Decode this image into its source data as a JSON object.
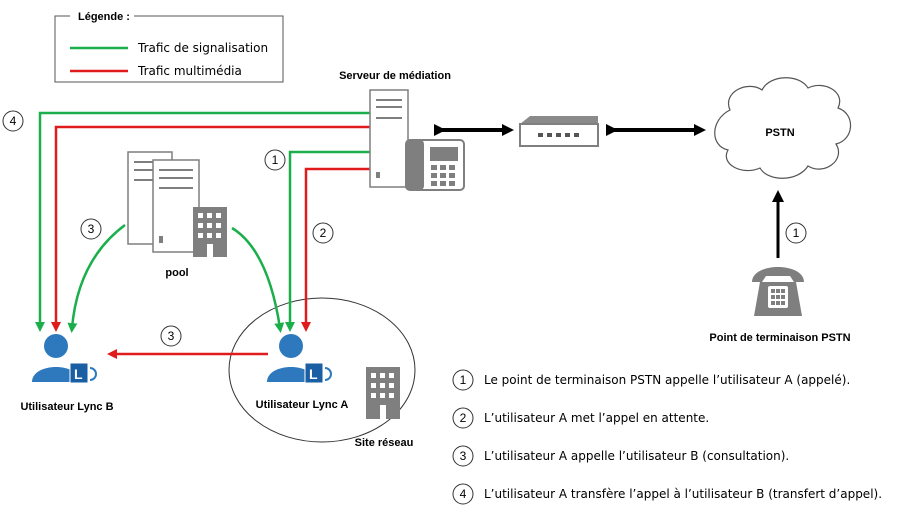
{
  "legend": {
    "title": "Légende :",
    "items": [
      {
        "label": "Trafic de signalisation",
        "color": "#1aaf4b"
      },
      {
        "label": "Trafic multimédia",
        "color": "#e01b1b"
      }
    ]
  },
  "nodes": {
    "mediation_server": "Serveur de médiation",
    "pool": "pool",
    "pstn": "PSTN",
    "pstn_endpoint": "Point de terminaison PSTN",
    "user_a": "Utilisateur Lync A",
    "user_b": "Utilisateur Lync B",
    "site": "Site réseau"
  },
  "icons": {
    "server": "server-icon",
    "ip_phone": "ip-phone-icon",
    "gateway": "gateway-icon",
    "cloud": "cloud-icon",
    "phone": "telephone-icon",
    "building": "building-icon",
    "lync_user": "lync-user-icon"
  },
  "step_markers": {
    "top_left": "4",
    "mediation": "1",
    "pool_left": "3",
    "media_a": "2",
    "a_to_b": "3",
    "pstn": "1"
  },
  "steps": [
    {
      "num": "1",
      "text": "Le point de terminaison PSTN appelle l’utilisateur A (appelé)."
    },
    {
      "num": "2",
      "text": "L’utilisateur A met l’appel en attente."
    },
    {
      "num": "3",
      "text": "L’utilisateur A appelle l’utilisateur B (consultation)."
    },
    {
      "num": "4",
      "text": "L’utilisateur A transfère l’appel à l’utilisateur B (transfert d’appel)."
    }
  ],
  "colors": {
    "signal": "#1aaf4b",
    "media": "#e01b1b",
    "lync_blue": "#2e79bd",
    "gray": "#7f7f7f"
  }
}
